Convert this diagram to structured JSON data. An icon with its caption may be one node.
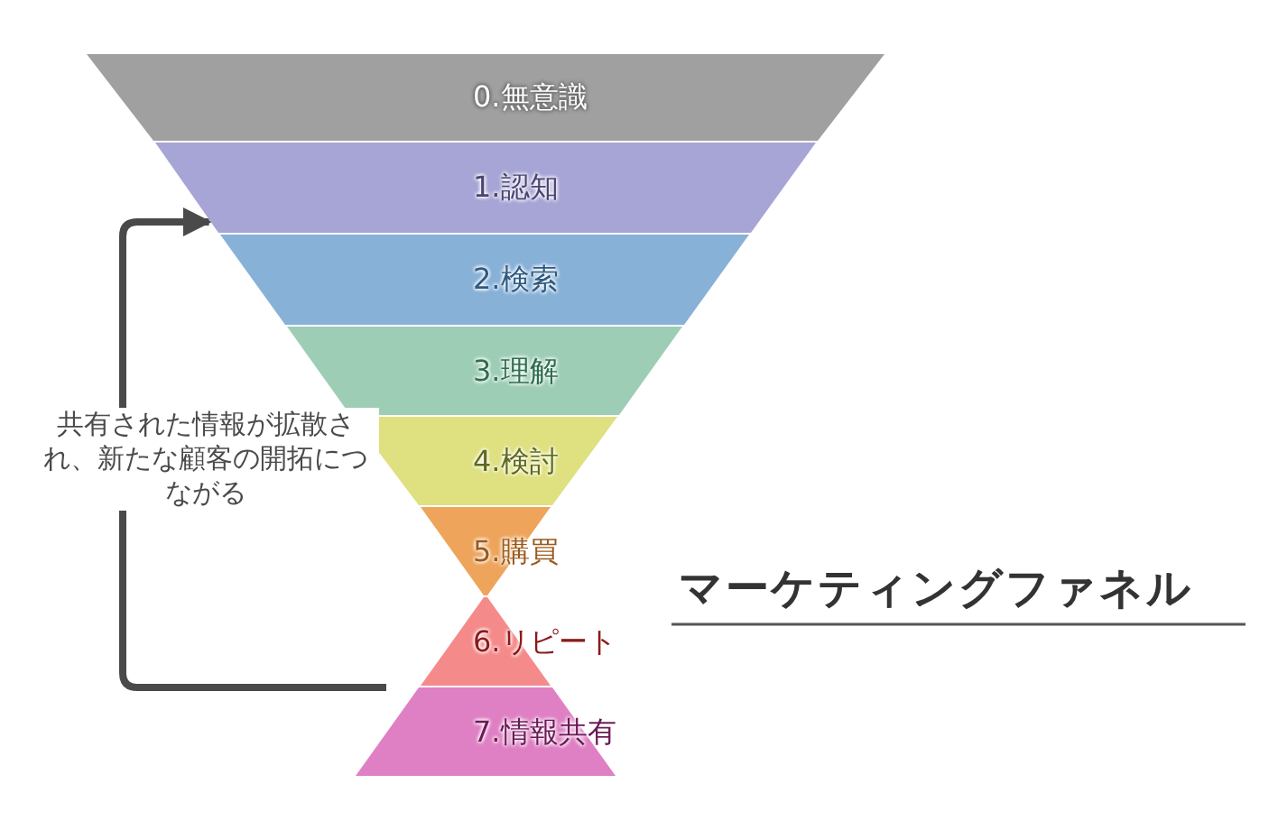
{
  "diagram": {
    "title": "マーケティングファネル",
    "nodes": [
      {
        "text": [
          "0.無意識"
        ]
      },
      {
        "text": [
          "1.認知"
        ]
      },
      {
        "text": [
          "2.検索"
        ]
      },
      {
        "text": [
          "3.理解"
        ]
      },
      {
        "text": [
          "4.検討"
        ]
      },
      {
        "text": [
          "5.購買"
        ]
      },
      {
        "text": [
          "6.リピート"
        ]
      },
      {
        "text": [
          "7.情報共有"
        ]
      }
    ],
    "edges": [
      {
        "from": 7,
        "to": 1,
        "arrow": "to",
        "label": "共有された情報が拡散され、新たな顧客の開拓につながる"
      }
    ]
  }
}
